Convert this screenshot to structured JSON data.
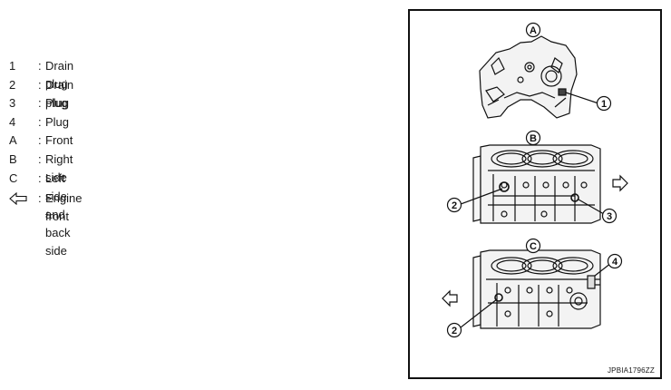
{
  "legend": [
    {
      "key": "1",
      "label": "Drain plug"
    },
    {
      "key": "2",
      "label": "Drain plug"
    },
    {
      "key": "3",
      "label": "Plug"
    },
    {
      "key": "4",
      "label": "Plug"
    },
    {
      "key": "A",
      "label": "Front"
    },
    {
      "key": "B",
      "label": "Right side"
    },
    {
      "key": "C",
      "label": "Left side and back side"
    },
    {
      "key": "arrow-left-icon",
      "label": "Engine front"
    }
  ],
  "separator": ":",
  "diagram": {
    "view_labels": [
      "A",
      "B",
      "C"
    ],
    "callouts": [
      "1",
      "2",
      "3",
      "4",
      "2"
    ],
    "code": "JPBIA1796ZZ"
  }
}
